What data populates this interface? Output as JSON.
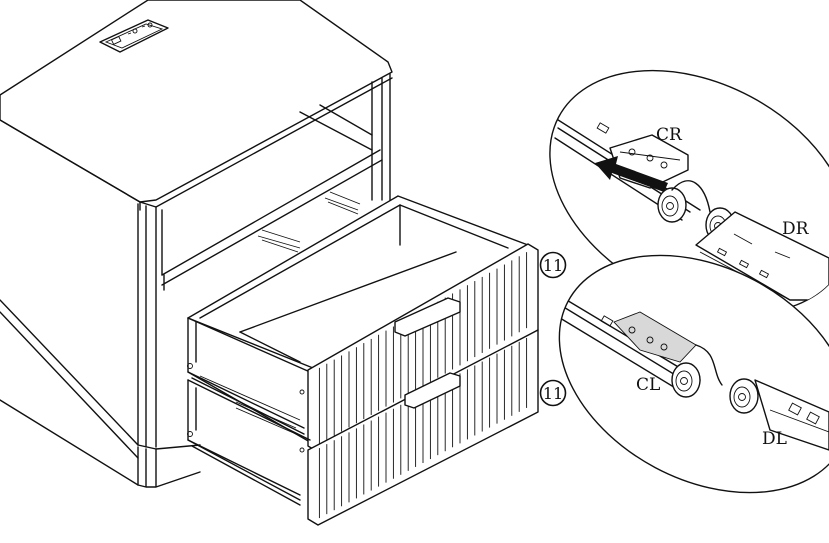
{
  "step": {
    "number": "11"
  },
  "detail_top": {
    "cabinet_runner_label": "CR",
    "drawer_runner_label": "DR"
  },
  "detail_bottom": {
    "cabinet_runner_label": "CL",
    "drawer_runner_label": "DL"
  },
  "icons": {
    "step_marker": "circled-number-icon",
    "direction": "arrow-left-icon"
  },
  "colors": {
    "line": "#111111",
    "background": "#ffffff",
    "shade": "#d8d8d8"
  }
}
